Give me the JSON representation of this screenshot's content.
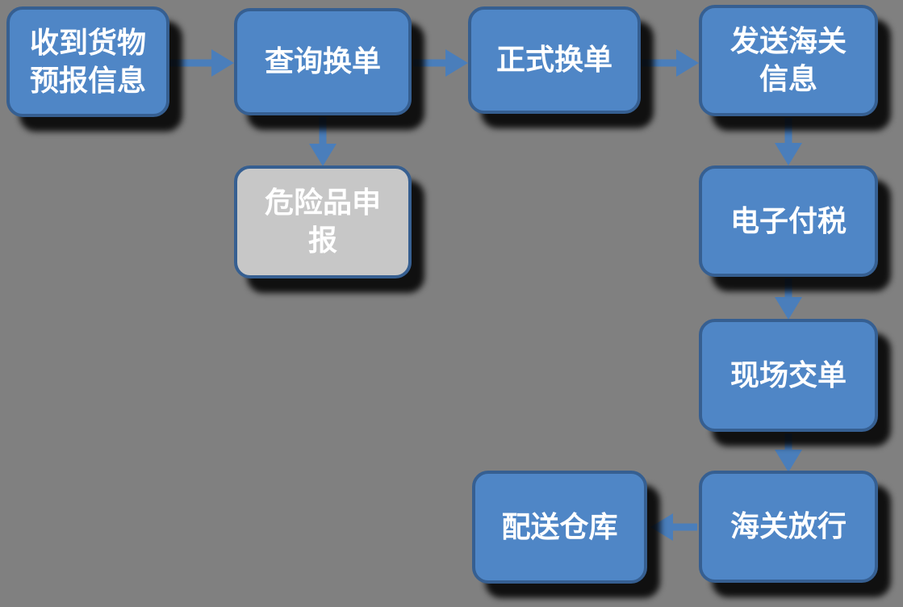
{
  "diagram": {
    "type": "flowchart",
    "nodes": [
      {
        "id": "receive",
        "label": "收到货物预报信息",
        "style": "primary"
      },
      {
        "id": "query",
        "label": "查询换单",
        "style": "primary"
      },
      {
        "id": "formal",
        "label": "正式换单",
        "style": "primary"
      },
      {
        "id": "send_customs",
        "label": "发送海关信息",
        "style": "primary"
      },
      {
        "id": "dangerous",
        "label": "危险品申报",
        "style": "secondary"
      },
      {
        "id": "etax",
        "label": "电子付税",
        "style": "primary"
      },
      {
        "id": "onsite",
        "label": "现场交单",
        "style": "primary"
      },
      {
        "id": "release",
        "label": "海关放行",
        "style": "primary"
      },
      {
        "id": "warehouse",
        "label": "配送仓库",
        "style": "primary"
      }
    ],
    "edges": [
      {
        "from": "receive",
        "to": "query",
        "direction": "right"
      },
      {
        "from": "query",
        "to": "formal",
        "direction": "right"
      },
      {
        "from": "formal",
        "to": "send_customs",
        "direction": "right"
      },
      {
        "from": "query",
        "to": "dangerous",
        "direction": "down"
      },
      {
        "from": "send_customs",
        "to": "etax",
        "direction": "down"
      },
      {
        "from": "etax",
        "to": "onsite",
        "direction": "down"
      },
      {
        "from": "onsite",
        "to": "release",
        "direction": "down"
      },
      {
        "from": "release",
        "to": "warehouse",
        "direction": "left"
      }
    ]
  },
  "colors": {
    "background": "#808080",
    "node_fill": "#4F86C6",
    "node_border": "#365F91",
    "secondary_fill": "#C7C7C7",
    "arrow": "#4A7EBB",
    "text": "#FFFFFF",
    "shadow": "rgba(0,0,0,0.88)"
  }
}
